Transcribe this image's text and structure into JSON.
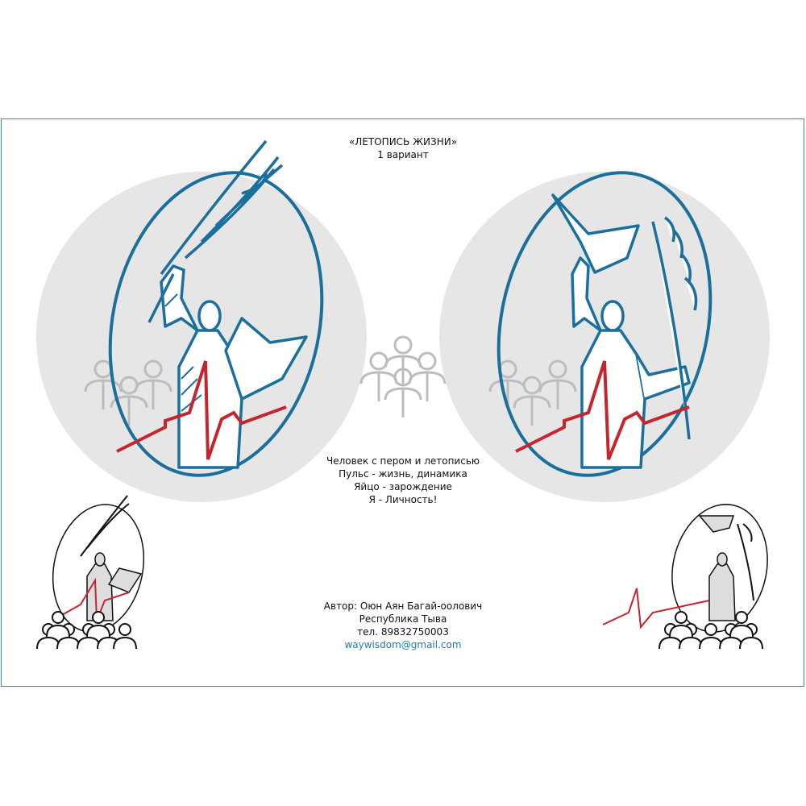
{
  "header": {
    "title": "«ЛЕТОПИСЬ ЖИЗНИ»",
    "variant": "1 вариант"
  },
  "description": {
    "lines": [
      "Человек с пером и летописью",
      "Пульс - жизнь, динамика",
      "Яйцо - зарождение",
      "Я - Личность!"
    ]
  },
  "author": {
    "name": "Автор: Оюн Аян Багай-оолович",
    "region": "Республика Тыва",
    "phone": "тел. 89832750003",
    "email": "waywisdom@gmail.com"
  },
  "colors": {
    "frame": "#2b8fa9",
    "ellipse": "#1a6f9c",
    "pulse": "#c4262e",
    "circle": "#e6e6e6",
    "crowd": "#bdbdbd"
  }
}
